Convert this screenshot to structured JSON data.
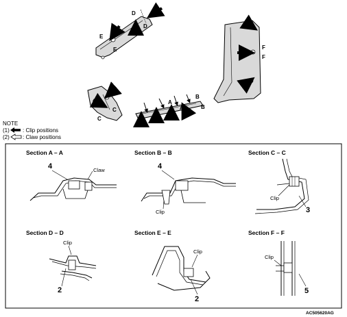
{
  "note": {
    "title": "NOTE",
    "line1_num": "(1)",
    "line1_text": ": Clip positions",
    "line2_num": "(2)",
    "line2_text": ": Claw positions"
  },
  "top_labels": {
    "d1": "D",
    "d2": "D",
    "e1": "E",
    "e2": "E",
    "c1": "C",
    "c2": "C",
    "a1": "A",
    "a2": "A",
    "b1": "B",
    "b2": "B",
    "f1": "F",
    "f2": "F"
  },
  "sections": {
    "aa": {
      "title": "Section A – A",
      "part": "4",
      "callout": "Claw"
    },
    "bb": {
      "title": "Section B – B",
      "part": "4",
      "callout": "Clip"
    },
    "cc": {
      "title": "Section C – C",
      "part": "3",
      "callout": "Clip"
    },
    "dd": {
      "title": "Section D – D",
      "part": "2",
      "callout": "Clip"
    },
    "ee": {
      "title": "Section E – E",
      "part": "2",
      "callout": "Clip"
    },
    "ff": {
      "title": "Section F – F",
      "part": "5",
      "callout": "Clip"
    }
  },
  "figure_code": "AC505620AG",
  "colors": {
    "line": "#000000",
    "panel_fill": "#d9d9d9",
    "background": "#ffffff"
  }
}
